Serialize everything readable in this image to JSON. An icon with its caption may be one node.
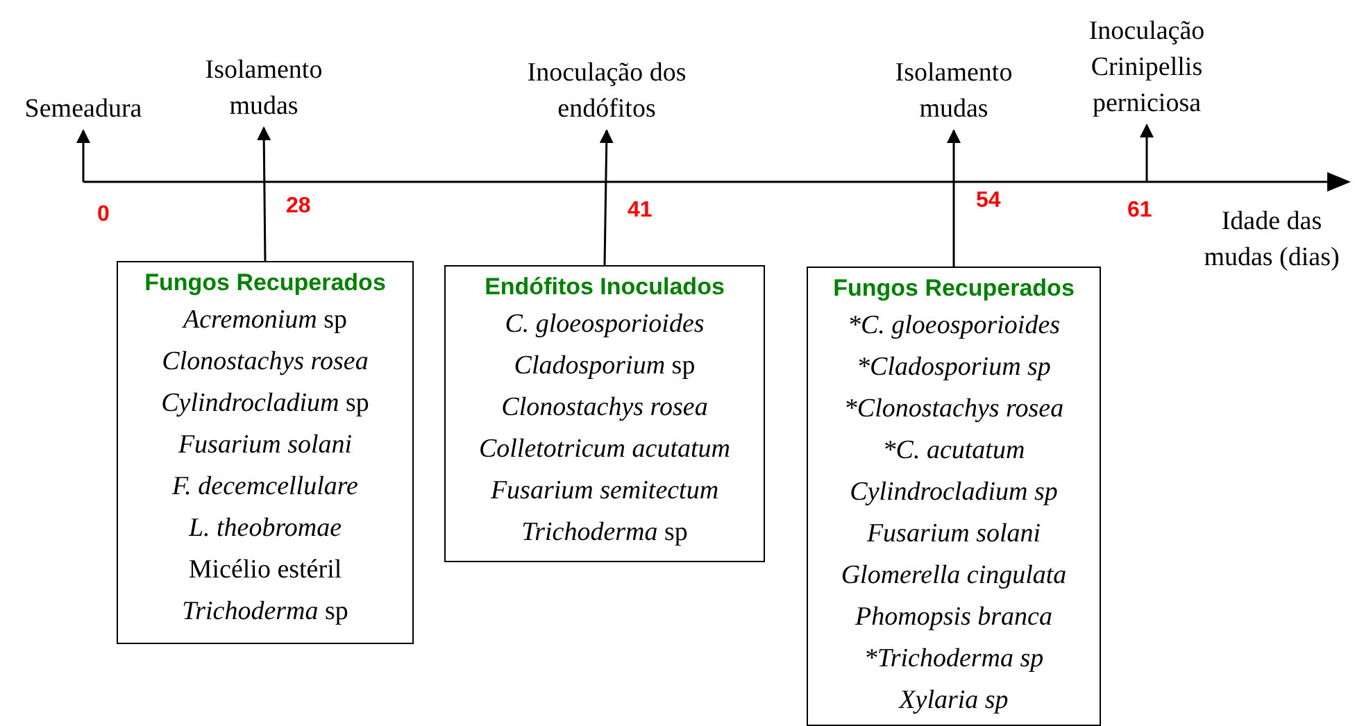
{
  "diagram": {
    "nodes": [
      {
        "text": [
          "Semeadura"
        ]
      },
      {
        "text": [
          "Isolamento mudas"
        ]
      },
      {
        "text": [
          "Inoculação dos endófitos"
        ]
      },
      {
        "text": [
          "Isolamento mudas"
        ]
      },
      {
        "text": [
          "Inoculação Crinipellis perniciosa"
        ]
      },
      {
        "text": [
          "Fungos Recuperados",
          "*Acremonium* sp",
          "*Clonostachys rosea*",
          "*Cylindrocladium* sp",
          "*Fusarium solani*",
          "*F. decemcellulare*",
          "*L. theobromae*",
          "Micélio estéril",
          "*Trichoderma* sp"
        ]
      },
      {
        "text": [
          "Endófitos Inoculados",
          "*C. gloeosporioides*",
          "*Cladosporium* sp",
          "*Clonostachys rosea*",
          "*Colletotricum acutatum*",
          "*Fusarium semitectum*",
          "*Trichoderma* sp"
        ]
      },
      {
        "text": [
          "Fungos Recuperados",
          "*C. gloeosporioides",
          "*Cladosporium sp",
          "*Clonostachys rosea",
          "*C. acutatum",
          "Cylindrocladium sp",
          "Fusarium solani",
          "Glomerella cingulata",
          "Phomopsis branca",
          "*Trichoderma sp",
          "Xylaria sp"
        ]
      }
    ],
    "edges": [
      {
        "from": null,
        "to": 0,
        "arrow": "to"
      },
      {
        "from": 5,
        "to": 1,
        "arrow": "to"
      },
      {
        "from": 6,
        "to": 2,
        "arrow": "to"
      },
      {
        "from": 7,
        "to": 3,
        "arrow": "to"
      },
      {
        "from": null,
        "to": 4,
        "arrow": "to"
      }
    ],
    "labels": [
      "0",
      "28",
      "41",
      "54",
      "61",
      "Idade das mudas (dias)"
    ]
  }
}
